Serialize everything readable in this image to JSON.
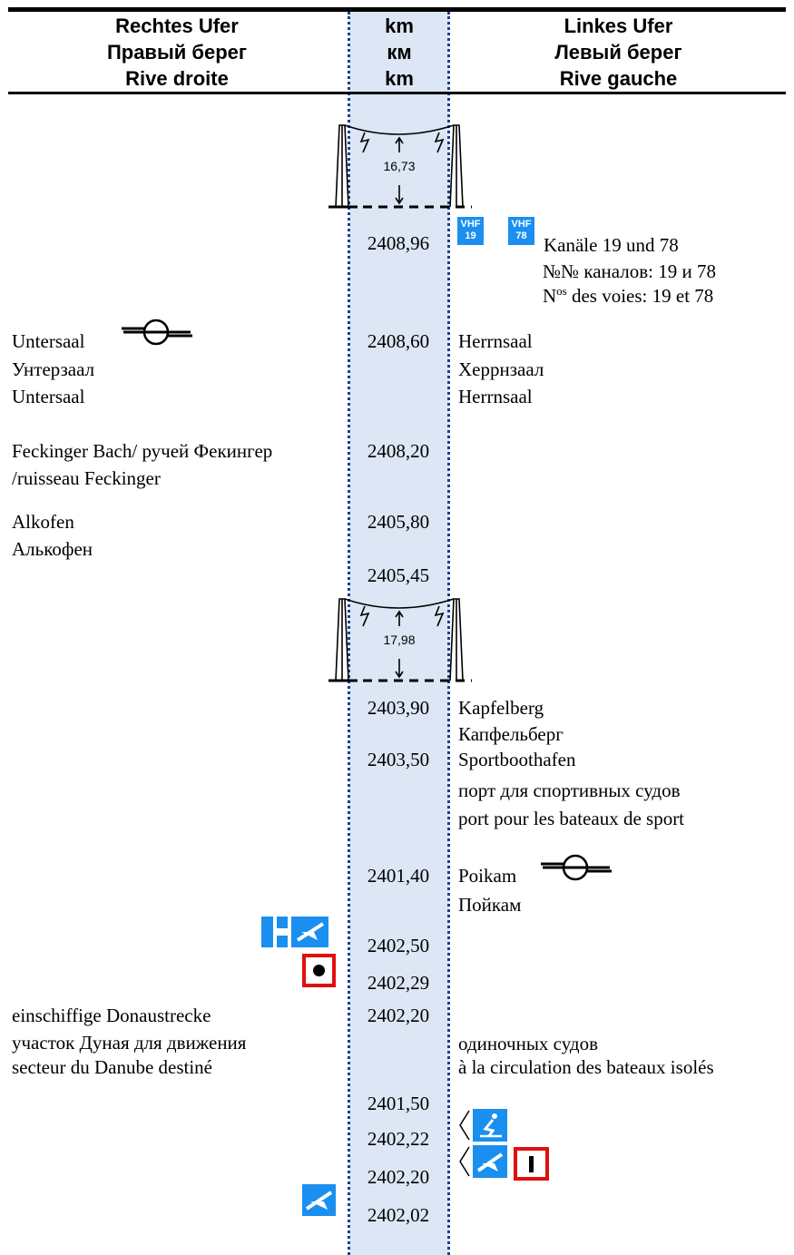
{
  "header": {
    "left": [
      "Rechtes Ufer",
      "Правый берег",
      "Rive droite"
    ],
    "km": [
      "km",
      "км",
      "km"
    ],
    "right": [
      "Linkes Ufer",
      "Левый берег",
      "Rive gauche"
    ]
  },
  "bridges": [
    {
      "clearance": "16,73"
    },
    {
      "clearance": "17,98"
    }
  ],
  "entries": {
    "vhf": {
      "km": "2408,96",
      "badges": [
        [
          "VHF",
          "19"
        ],
        [
          "VHF",
          "78"
        ]
      ],
      "lines": [
        "Kanäle 19 und 78",
        "№№ каналов: 19 и 78"
      ],
      "fr_prefix": "N",
      "fr_sup": "os",
      "fr_rest": " des voies: 19 et 78"
    },
    "untersaal": {
      "km": "2408,60",
      "left": [
        "Untersaal",
        "Унтерзаал",
        "Untersaal"
      ],
      "right": [
        "Herrnsaal",
        "Херрнзаал",
        "Herrnsaal"
      ]
    },
    "feckinger": {
      "km": "2408,20",
      "left": [
        "Feckinger Bach/ ручей Фекингер",
        "/ruisseau Feckinger"
      ]
    },
    "alkofen": {
      "km": "2405,80",
      "left": [
        "Alkofen",
        "Алькофен"
      ]
    },
    "bridge2": {
      "km": "2405,45"
    },
    "kapfelberg": {
      "km": "2403,90",
      "right": [
        "Kapfelberg",
        "Капфельберг"
      ]
    },
    "sportboot": {
      "km": "2403,50",
      "right": [
        "Sportboothafen",
        "порт для спортивных судов",
        "port pour les bateaux de sport"
      ]
    },
    "poikam": {
      "km": "2401,40",
      "right": [
        "Poikam",
        "Пойкам"
      ]
    },
    "anchor1": {
      "km": "2402,50"
    },
    "reddot": {
      "km": "2402,29"
    },
    "einschiff": {
      "km": "2402,20",
      "left": [
        "einschiffige Donaustrecke",
        "участок Дуная для движения",
        "secteur du Danube destiné"
      ],
      "right": [
        "одиночных судов",
        "à la circulation des bateaux isolés"
      ]
    },
    "k240150": {
      "km": "2401,50"
    },
    "waterski": {
      "km": "2402,22"
    },
    "anchor2": {
      "km": "2402,20"
    },
    "anchor3": {
      "km": "2402,02"
    }
  },
  "colors": {
    "band": "#dce6f4",
    "dotted_line": "#1a3f8f",
    "sign_blue": "#1a8ff0",
    "sign_red": "#e01010"
  }
}
